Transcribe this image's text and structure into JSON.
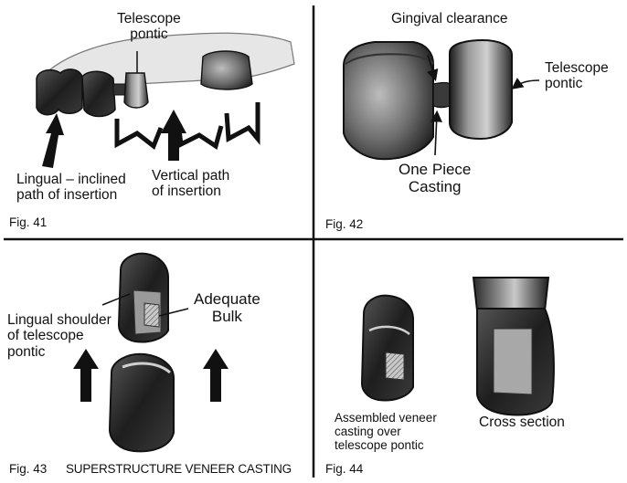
{
  "figures": [
    {
      "caption": "Fig. 41",
      "labels": {
        "telescope_pontic": [
          "Telescope",
          "pontic"
        ],
        "lingual_path": [
          "Lingual – inclined",
          "path of insertion"
        ],
        "vertical_path": [
          "Vertical path",
          "of insertion"
        ]
      }
    },
    {
      "caption": "Fig. 42",
      "labels": {
        "gingival_clearance": "Gingival clearance",
        "telescope_pontic": [
          "Telescope",
          "pontic"
        ],
        "one_piece_casting": [
          "One Piece",
          "Casting"
        ]
      }
    },
    {
      "caption": "Fig. 43",
      "title": "SUPERSTRUCTURE VENEER CASTING",
      "labels": {
        "lingual_shoulder": [
          "Lingual shoulder",
          "of telescope",
          "pontic"
        ],
        "adequate_bulk": [
          "Adequate",
          "Bulk"
        ]
      }
    },
    {
      "caption": "Fig. 44",
      "labels": {
        "assembled_veneer": [
          "Assembled veneer",
          "casting over",
          "telescope pontic"
        ],
        "cross_section": "Cross section"
      }
    }
  ],
  "colors": {
    "ink": "#111111",
    "tooth_dark": "#2a2a2a",
    "tooth_mid": "#6a6a6a",
    "gum": "#d9d9d9",
    "paper": "#ffffff"
  }
}
